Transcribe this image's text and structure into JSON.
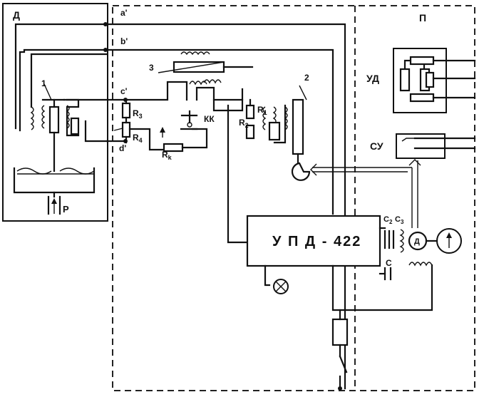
{
  "labels": {
    "block_d": "Д",
    "block_p": "П",
    "point_a": "a'",
    "point_b": "b'",
    "point_c": "c'",
    "point_d": "d'",
    "num_1": "1",
    "num_2": "2",
    "num_3": "3",
    "r3": "R",
    "r3_sub": "3",
    "r4": "R",
    "r4_sub": "4",
    "r1": "R",
    "r1_sub": "1",
    "r2": "R",
    "r2_sub": "2",
    "rk": "R",
    "rk_sub": "k",
    "kk": "КК",
    "p_arrow": "P",
    "ud": "УД",
    "su": "СУ",
    "amplifier": "У П Д - 422",
    "c2": "C",
    "c2_sub": "2",
    "c3": "C",
    "c3_sub": "3",
    "c": "C",
    "motor_letter": "Д"
  }
}
